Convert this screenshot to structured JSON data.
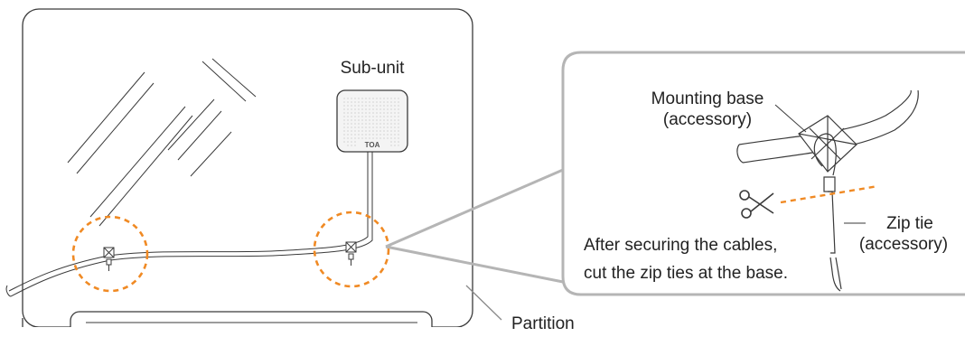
{
  "labels": {
    "sub_unit": "Sub-unit",
    "mounting_base_line1": "Mounting base",
    "mounting_base_line2": "(accessory)",
    "zip_tie_line1": "Zip tie",
    "zip_tie_line2": "(accessory)",
    "instruction_line1": "After securing the cables,",
    "instruction_line2": "cut the zip ties at the base.",
    "partition": "Partition",
    "logo_text": "TOA"
  },
  "colors": {
    "line": "#3a3a3a",
    "highlight_circle": "#f08a24",
    "callout_border": "#b5b5b5",
    "speaker_fill": "#f4f4f4"
  },
  "icons": {
    "cut_marker": "scissors-icon"
  }
}
